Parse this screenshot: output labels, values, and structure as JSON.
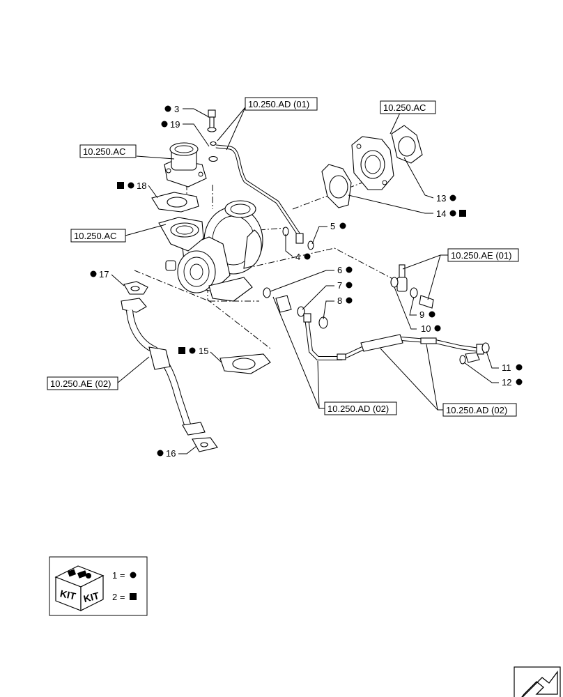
{
  "refs": {
    "r_ad01": "10.250.AD (01)",
    "r_ac_top": "10.250.AC",
    "r_ac_left1": "10.250.AC",
    "r_ac_left2": "10.250.AC",
    "r_ae01": "10.250.AE (01)",
    "r_ae02": "10.250.AE (02)",
    "r_ad02a": "10.250.AD (02)",
    "r_ad02b": "10.250.AD (02)"
  },
  "callouts": {
    "c3": "3",
    "c19": "19",
    "c18": "18",
    "c17": "17",
    "c13": "13",
    "c14": "14",
    "c5": "5",
    "c4": "4",
    "c6": "6",
    "c7": "7",
    "c8": "8",
    "c9": "9",
    "c10": "10",
    "c11": "11",
    "c12": "12",
    "c15": "15",
    "c16": "16"
  },
  "legend": {
    "kit_word": "KIT",
    "entry1": "1 =",
    "entry2": "2 ="
  },
  "colors": {
    "ink": "#000000",
    "paper": "#ffffff"
  },
  "icons": [
    "kit-box-icon",
    "navigation-arrow-icon",
    "dot-marker-icon",
    "square-marker-icon"
  ]
}
